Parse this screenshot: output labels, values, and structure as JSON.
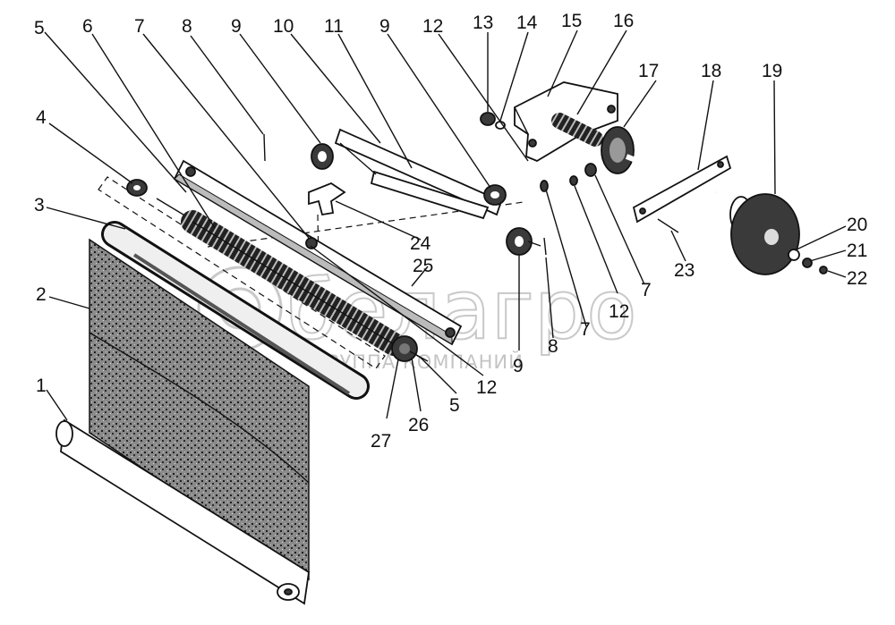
{
  "watermark": {
    "brand": "белагро",
    "group": "ГРУППА КОМПАНИЙ"
  },
  "callouts": [
    {
      "id": "5",
      "label": "5"
    },
    {
      "id": "6",
      "label": "6"
    },
    {
      "id": "7a",
      "label": "7"
    },
    {
      "id": "8a",
      "label": "8"
    },
    {
      "id": "9a",
      "label": "9"
    },
    {
      "id": "10",
      "label": "10"
    },
    {
      "id": "11",
      "label": "11"
    },
    {
      "id": "9b",
      "label": "9"
    },
    {
      "id": "12a",
      "label": "12"
    },
    {
      "id": "13",
      "label": "13"
    },
    {
      "id": "14",
      "label": "14"
    },
    {
      "id": "15",
      "label": "15"
    },
    {
      "id": "16",
      "label": "16"
    },
    {
      "id": "17",
      "label": "17"
    },
    {
      "id": "18",
      "label": "18"
    },
    {
      "id": "19",
      "label": "19"
    },
    {
      "id": "4",
      "label": "4"
    },
    {
      "id": "3",
      "label": "3"
    },
    {
      "id": "2",
      "label": "2"
    },
    {
      "id": "1",
      "label": "1"
    },
    {
      "id": "24",
      "label": "24"
    },
    {
      "id": "25",
      "label": "25"
    },
    {
      "id": "20",
      "label": "20"
    },
    {
      "id": "21",
      "label": "21"
    },
    {
      "id": "22",
      "label": "22"
    },
    {
      "id": "23",
      "label": "23"
    },
    {
      "id": "7b",
      "label": "7"
    },
    {
      "id": "12b",
      "label": "12"
    },
    {
      "id": "7c",
      "label": "7"
    },
    {
      "id": "8b",
      "label": "8"
    },
    {
      "id": "9c",
      "label": "9"
    },
    {
      "id": "12c",
      "label": "12"
    },
    {
      "id": "5b",
      "label": "5"
    },
    {
      "id": "26",
      "label": "26"
    },
    {
      "id": "27",
      "label": "27"
    }
  ]
}
